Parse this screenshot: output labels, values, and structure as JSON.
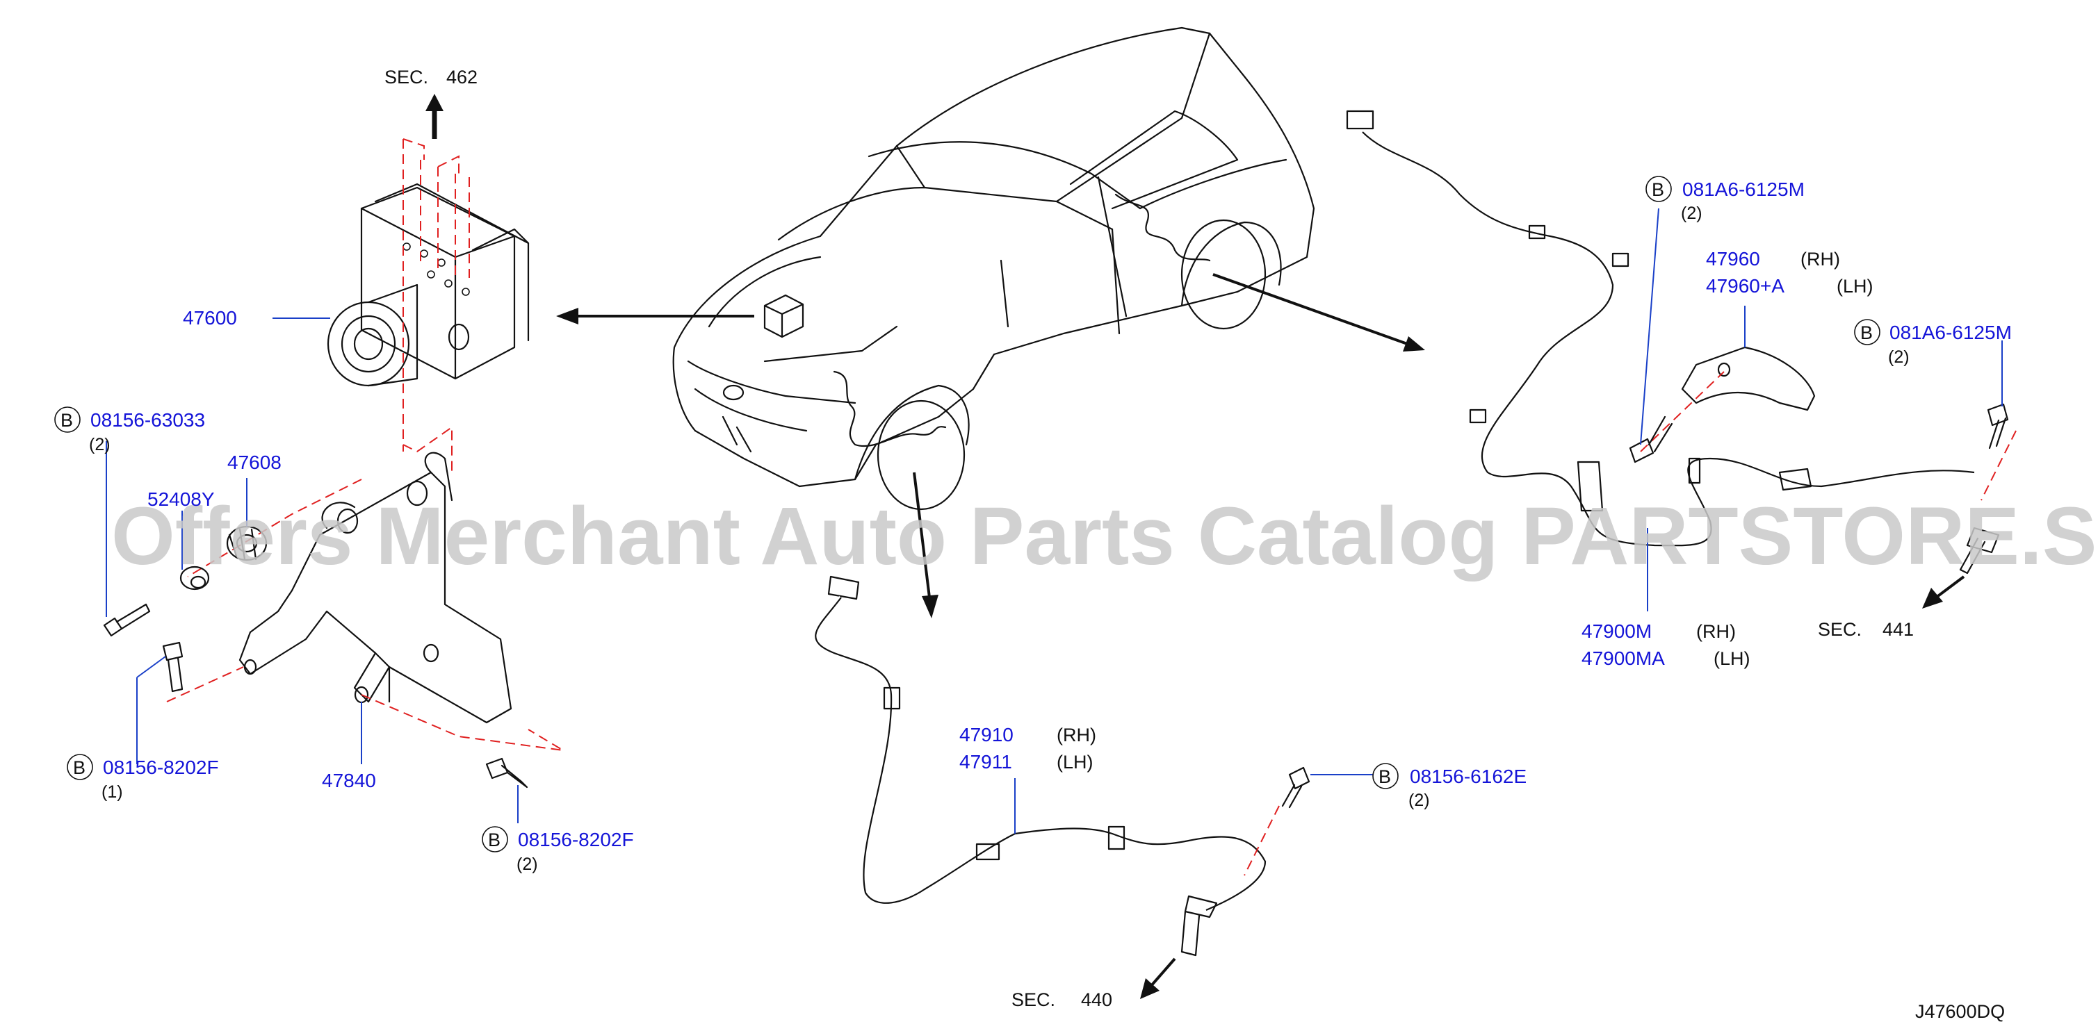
{
  "diagram_code": "J47600DQ",
  "watermark": "Offers Merchant Auto Parts Catalog PARTSTORE.SA",
  "bolt_marker": "B",
  "sections": [
    {
      "id": "sec462",
      "label": "SEC.",
      "number": "462"
    },
    {
      "id": "sec440",
      "label": "SEC.",
      "number": "440"
    },
    {
      "id": "sec441",
      "label": "SEC.",
      "number": "441"
    }
  ],
  "callouts": [
    {
      "id": "p47600",
      "part": "47600"
    },
    {
      "id": "p52408",
      "part": "52408Y"
    },
    {
      "id": "p47608",
      "part": "47608"
    },
    {
      "id": "b63033",
      "bolt": true,
      "part": "08156-63033",
      "qty": "(2)"
    },
    {
      "id": "b8202a",
      "bolt": true,
      "part": "08156-8202F",
      "qty": "(1)"
    },
    {
      "id": "p47840",
      "part": "47840"
    },
    {
      "id": "b8202b",
      "bolt": true,
      "part": "08156-8202F",
      "qty": "(2)"
    },
    {
      "id": "p47910",
      "part": "47910",
      "side": "(RH)"
    },
    {
      "id": "p47911",
      "part": "47911",
      "side": "(LH)"
    },
    {
      "id": "b6162",
      "bolt": true,
      "part": "08156-6162E",
      "qty": "(2)"
    },
    {
      "id": "b6125a",
      "bolt": true,
      "part": "081A6-6125M",
      "qty": "(2)"
    },
    {
      "id": "p47960",
      "part": "47960",
      "side": "(RH)"
    },
    {
      "id": "p47960a",
      "part": "47960+A",
      "side": "(LH)"
    },
    {
      "id": "b6125b",
      "bolt": true,
      "part": "081A6-6125M",
      "qty": "(2)"
    },
    {
      "id": "p47900m",
      "part": "47900M",
      "side": "(RH)"
    },
    {
      "id": "p47900ma",
      "part": "47900MA",
      "side": "(LH)"
    }
  ],
  "colors": {
    "part_number": "#1414d8",
    "leader": "#1a40c8",
    "phantom_line": "#e02020",
    "line": "#111111",
    "watermark": "#c9c9c9"
  }
}
